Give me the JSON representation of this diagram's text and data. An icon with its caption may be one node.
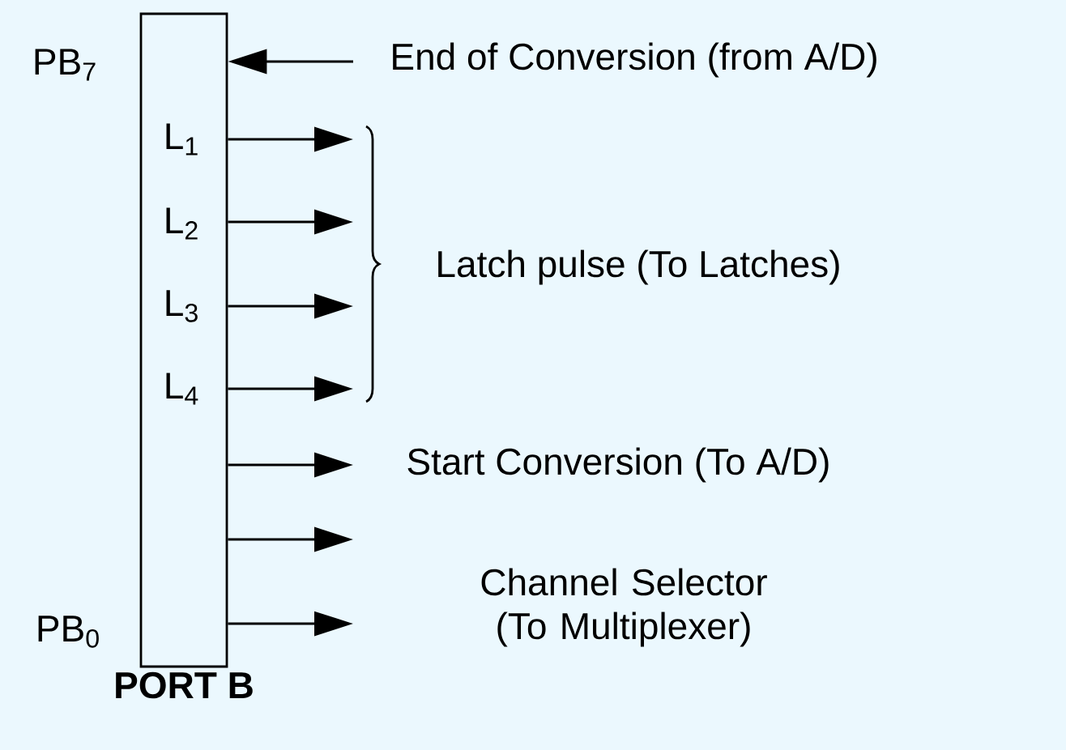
{
  "diagram": {
    "nodes": [
      {
        "text": [
          "PORT B"
        ],
        "beside": [
          "PB$_{7}$",
          "PB$_{0}$"
        ]
      },
      {
        "text": [
          "End of Conversion (from A/D)"
        ]
      },
      {
        "text": [
          "Start Conversion (To A/D)"
        ]
      },
      {
        "text": [
          "Channel Selector (To Multiplexer)"
        ]
      }
    ],
    "edges": [
      {
        "from": 1,
        "to": 0,
        "arrow": "to"
      },
      {
        "from": 0,
        "to": null,
        "arrow": "to"
      },
      {
        "from": 0,
        "to": null,
        "arrow": "to"
      },
      {
        "from": 0,
        "to": null,
        "arrow": "to"
      },
      {
        "from": 0,
        "to": null,
        "arrow": "to"
      },
      {
        "from": 0,
        "to": 2,
        "arrow": "to"
      },
      {
        "from": 0,
        "to": null,
        "arrow": "to"
      },
      {
        "from": 0,
        "to": null,
        "arrow": "to"
      }
    ],
    "labels": [
      "L$_{1}$",
      "L$_{2}$",
      "L$_{3}$",
      "L$_{4}$",
      "Latch pulse (To Latches)"
    ]
  }
}
